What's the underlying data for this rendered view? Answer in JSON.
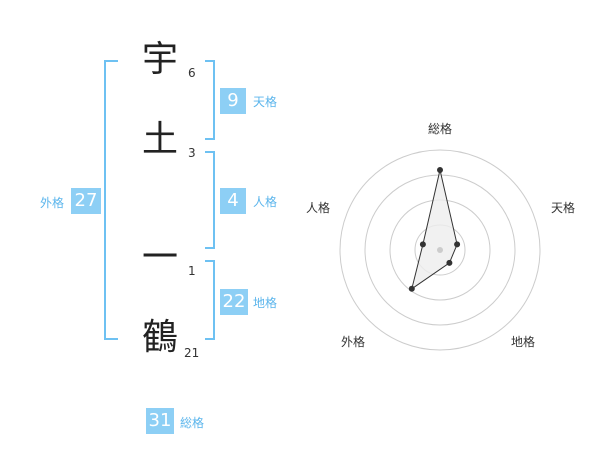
{
  "colors": {
    "accent": "#8dcff5",
    "accent_text": "#5bb5ec",
    "bracket": "#6ec1f2",
    "radar_grid": "#cccccc",
    "radar_fill": "#eeeeee",
    "radar_point": "#333333",
    "radar_center": "#cccccc"
  },
  "name": {
    "characters": [
      {
        "char": "宇",
        "strokes": "6"
      },
      {
        "char": "土",
        "strokes": "3"
      },
      {
        "char": "一",
        "strokes": "1"
      },
      {
        "char": "鶴",
        "strokes": "21"
      }
    ]
  },
  "fortune": {
    "tenkaku": {
      "value": "9",
      "label": "天格"
    },
    "jinkaku": {
      "value": "4",
      "label": "人格"
    },
    "chikaku": {
      "value": "22",
      "label": "地格"
    },
    "gaikaku": {
      "value": "27",
      "label": "外格"
    },
    "soukaku": {
      "value": "31",
      "label": "総格"
    }
  },
  "chart_data": {
    "type": "radar",
    "axes": [
      "総格",
      "天格",
      "地格",
      "外格",
      "人格"
    ],
    "max": 5,
    "rings": 4,
    "values": [
      4.0,
      0.9,
      0.8,
      2.4,
      0.9
    ]
  }
}
